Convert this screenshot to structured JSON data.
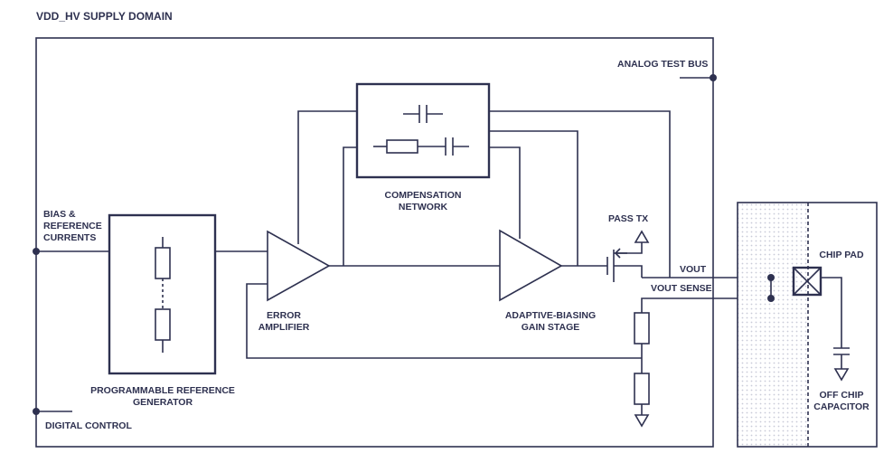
{
  "title": "VDD_HV SUPPLY DOMAIN",
  "labels": {
    "analog_test_bus": "ANALOG TEST BUS",
    "bias_1": "BIAS &",
    "bias_2": "REFERENCE",
    "bias_3": "CURRENTS",
    "digital_control": "DIGITAL CONTROL",
    "prg_1": "PROGRAMMABLE REFERENCE",
    "prg_2": "GENERATOR",
    "comp_1": "COMPENSATION",
    "comp_2": "NETWORK",
    "err_1": "ERROR",
    "err_2": "AMPLIFIER",
    "gain_1": "ADAPTIVE-BIASING",
    "gain_2": "GAIN STAGE",
    "pass_tx": "PASS TX",
    "vout": "VOUT",
    "vout_sense": "VOUT SENSE",
    "chip_pad": "CHIP PAD",
    "cap_1": "OFF CHIP",
    "cap_2": "CAPACITOR"
  },
  "colors": {
    "ink": "#2e3150",
    "pad_shade": "#e9eaf1"
  }
}
